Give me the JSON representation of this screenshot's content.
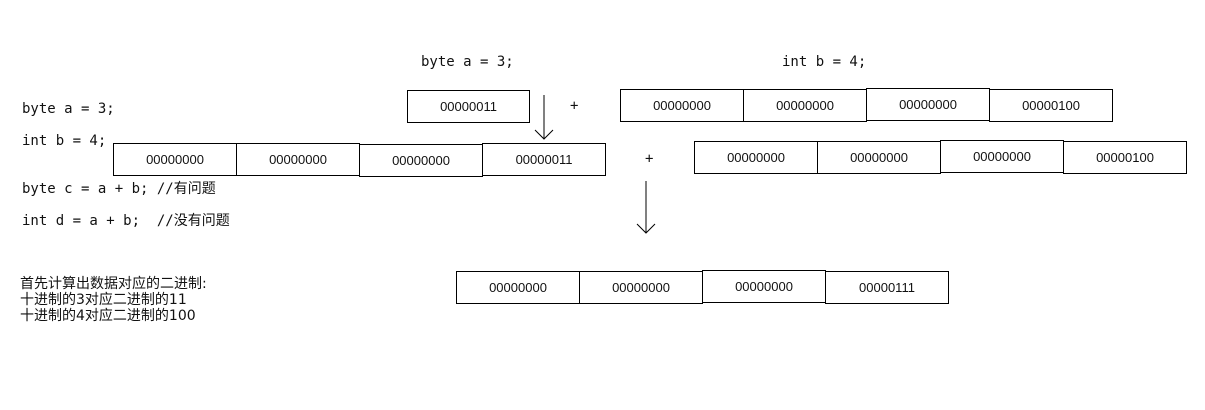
{
  "code": {
    "line1": "byte a = 3;",
    "line2": "int b = 4;",
    "line3": "byte c = a + b; //有问题",
    "line4": "int d = a + b;  //没有问题"
  },
  "top_labels": {
    "byte_label": "byte a = 3;",
    "int_label": "int b = 4;"
  },
  "byte_a": {
    "value": "00000011"
  },
  "int_b_top": {
    "bytes": [
      "00000000",
      "00000000",
      "00000000",
      "00000100"
    ]
  },
  "int_a_promoted": {
    "bytes": [
      "00000000",
      "00000000",
      "00000000",
      "00000011"
    ]
  },
  "int_b_middle": {
    "bytes": [
      "00000000",
      "00000000",
      "00000000",
      "00000100"
    ]
  },
  "result": {
    "bytes": [
      "00000000",
      "00000000",
      "00000000",
      "00000111"
    ]
  },
  "operators": {
    "plus_top": "+",
    "plus_middle": "+"
  },
  "notes": {
    "line1": "首先计算出数据对应的二进制:",
    "line2": "十进制的3对应二进制的11",
    "line3": "十进制的4对应二进制的100"
  }
}
